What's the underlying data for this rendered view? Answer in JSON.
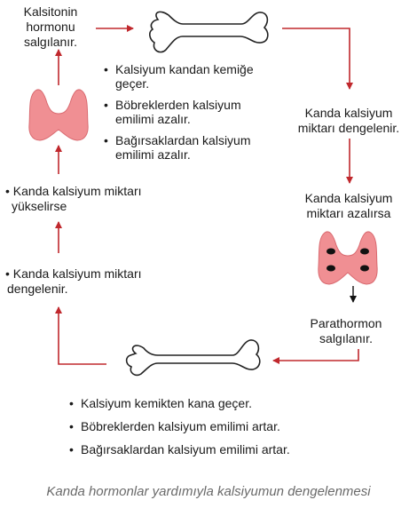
{
  "colors": {
    "arrow": "#c0282d",
    "gland": "#f08f93",
    "gland_dots": "#111111",
    "bone_outline": "#222222"
  },
  "labels": {
    "calcitonin_secreted": [
      "Kalsitonin",
      "hormonu",
      "salgılanır."
    ],
    "calcium_rises": [
      "• Kanda kalsiyum miktarı",
      "yükselirse"
    ],
    "balance_left": [
      "• Kanda kalsiyum miktarı",
      "dengelenir."
    ],
    "balance_right": [
      "Kanda kalsiyum",
      "miktarı dengelenir."
    ],
    "calcium_drops": [
      "Kanda kalsiyum",
      "miktarı azalırsa"
    ],
    "parathormone_secreted": [
      "Parathormon",
      "salgılanır."
    ]
  },
  "calcitonin_effects": [
    [
      "Kalsiyum kandan kemiğe",
      "geçer."
    ],
    [
      "Böbreklerden kalsiyum",
      "emilimi azalır."
    ],
    [
      "Bağırsaklardan kalsiyum",
      "emilimi azalır."
    ]
  ],
  "parathormone_effects": [
    "Kalsiyum kemikten kana geçer.",
    "Böbreklerden kalsiyum emilimi artar.",
    "Bağırsaklardan kalsiyum emilimi artar."
  ],
  "caption": "Kanda hormonlar yardımıyla kalsiyumun dengelenmesi"
}
